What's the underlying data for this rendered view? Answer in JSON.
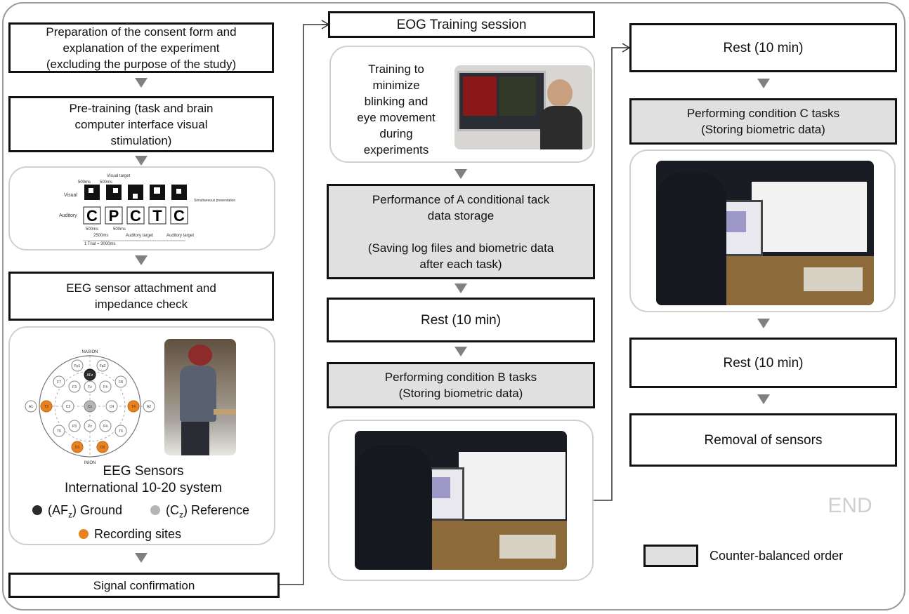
{
  "steps": {
    "consent": "Preparation of the consent form and\nexplanation of the experiment\n(excluding the purpose of the study)",
    "pretraining": "Pre-training (task and brain\ncomputer interface visual\nstimulation)",
    "eeg_attach": "EEG sensor attachment and\nimpedance check",
    "signal": "Signal confirmation",
    "eog": "EOG Training session",
    "eog_note": "Training to\nminimize\nblinking and\neye movement\nduring\nexperiments",
    "cond_a": "Performance of A conditional tack\ndata storage\n\n(Saving log files and biometric data\nafter each task)",
    "rest1": "Rest (10 min)",
    "cond_b": "Performing condition B tasks\n(Storing biometric data)",
    "rest2": "Rest (10 min)",
    "cond_c": "Performing condition C tasks\n(Storing biometric data)",
    "rest3": "Rest (10 min)",
    "removal": "Removal of sensors",
    "end": "END"
  },
  "paradigm": {
    "letters": [
      "C",
      "P",
      "C",
      "T",
      "C"
    ],
    "visual_label": "Visual",
    "auditory_label": "Auditory",
    "visual_target": "Visual target",
    "simultaneous": "Simultaneous\npresentation",
    "t500a": "500ms",
    "t500b": "500ms",
    "t500c": "500ms",
    "t500d": "500ms",
    "t2500": "2500ms",
    "trial": "1 Trial = 3000ms",
    "auditory_target1": "Auditory target",
    "auditory_target2": "Auditory target"
  },
  "eeg_map": {
    "top_label": "NASION",
    "bottom_label": "INION",
    "electrodes": [
      "Fp1",
      "Fp2",
      "AFz",
      "F7",
      "F3",
      "Fz",
      "F4",
      "F8",
      "A1",
      "T3",
      "C3",
      "Cz",
      "C4",
      "T4",
      "A2",
      "T5",
      "P3",
      "Pz",
      "P4",
      "T6",
      "O1",
      "O2"
    ],
    "title": "EEG Sensors",
    "subtitle": "International 10-20 system",
    "ground_label": "(AF",
    "ground_sub": "z",
    "ground_suffix": ") Ground",
    "reference_label": "(C",
    "reference_sub": "z",
    "reference_suffix": ") Reference",
    "recording_label": "Recording sites"
  },
  "legend": {
    "label": "Counter-balanced order"
  },
  "colors": {
    "recording": "#e8821e",
    "ground": "#2b2b2b",
    "reference": "#b5b5b5",
    "gray_box": "#e0e0e0"
  }
}
